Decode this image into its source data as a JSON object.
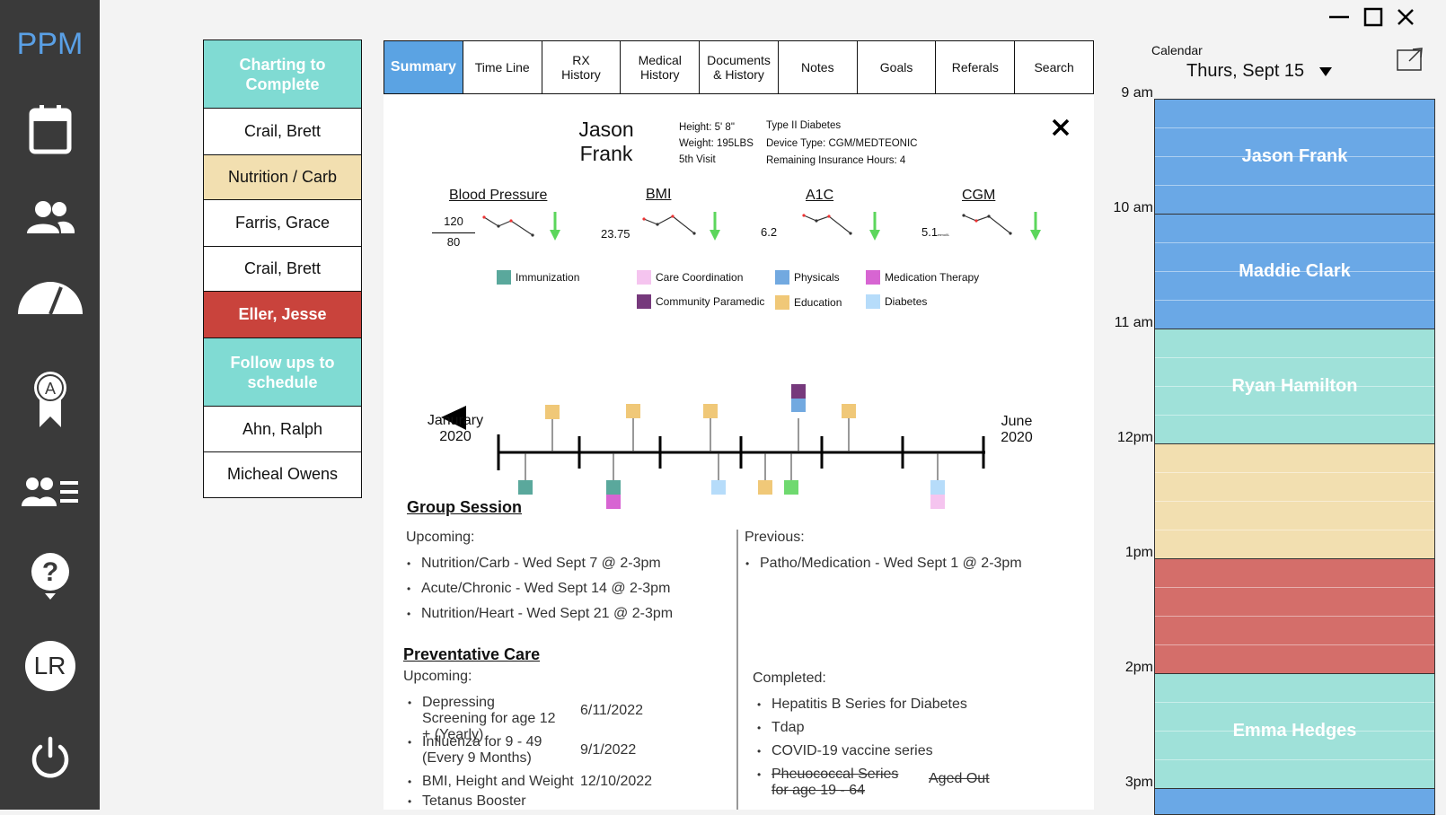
{
  "app": {
    "logo": "PPM"
  },
  "sidebar": {
    "nav": [
      {
        "icon": "calendar-icon"
      },
      {
        "icon": "patients-icon"
      },
      {
        "icon": "dashboard-gauge-icon"
      },
      {
        "icon": "award-icon",
        "letter": "A"
      },
      {
        "icon": "group-list-icon"
      },
      {
        "icon": "help-icon"
      },
      {
        "icon": "avatar",
        "initials": "LR"
      },
      {
        "icon": "power-icon"
      }
    ]
  },
  "queue": {
    "charting_header": "Charting to Complete",
    "charting": [
      "Crail, Brett",
      "Nutrition / Carb",
      "Farris, Grace",
      "Crail, Brett",
      "Eller, Jesse"
    ],
    "followups_header": "Follow ups to schedule",
    "followups": [
      "Ahn, Ralph",
      "Micheal Owens"
    ]
  },
  "tabs": [
    "Summary",
    "Time Line",
    "RX History",
    "Medical History",
    "Documents & History",
    "Notes",
    "Goals",
    "Referals",
    "Search"
  ],
  "patient": {
    "first_name": "Jason",
    "last_name": "Frank",
    "height": "Height: 5' 8\"",
    "weight": "Weight: 195LBS",
    "visit": "5th Visit",
    "diagnosis": "Type II Diabetes",
    "device": "Device Type: CGM/MEDTEONIC",
    "insurance": "Remaining Insurance Hours: 4"
  },
  "metrics": {
    "bp": {
      "title": "Blood Pressure",
      "systolic": "120",
      "diastolic": "80"
    },
    "bmi": {
      "title": "BMI",
      "value": "23.75"
    },
    "a1c": {
      "title": "A1C",
      "value": "6.2"
    },
    "cgm": {
      "title": "CGM",
      "value": "5.1",
      "unit": "mmol/L"
    }
  },
  "legend": [
    {
      "label": "Immunization",
      "color": "#5aa89c"
    },
    {
      "label": "Care Coordination",
      "color": "#f5c4ef"
    },
    {
      "label": "Physicals",
      "color": "#72a9e0"
    },
    {
      "label": "Medication Therapy",
      "color": "#d765d2"
    },
    {
      "label": "Community Paramedic",
      "color": "#76397c"
    },
    {
      "label": "Education",
      "color": "#f0c878"
    },
    {
      "label": "Diabetes",
      "color": "#b6dcfa"
    }
  ],
  "timeline": {
    "start": "Janurary 2020",
    "end": "June 2020"
  },
  "group_session": {
    "title": "Group Session",
    "upcoming_label": "Upcoming:",
    "upcoming": [
      "Nutrition/Carb - Wed Sept 7 @ 2-3pm",
      "Acute/Chronic - Wed Sept 14 @ 2-3pm",
      "Nutrition/Heart - Wed Sept 21 @ 2-3pm"
    ],
    "previous_label": "Previous:",
    "previous": [
      "Patho/Medication - Wed Sept 1 @ 2-3pm"
    ]
  },
  "preventative": {
    "title": "Preventative Care",
    "upcoming_label": "Upcoming:",
    "upcoming": [
      {
        "name": "Depressing Screening for age 12 + (Yearly)",
        "date": "6/11/2022"
      },
      {
        "name": "Influenza for 9 - 49 (Every 9 Months)",
        "date": "9/1/2022"
      },
      {
        "name": "BMI, Height and Weight",
        "date": "12/10/2022"
      },
      {
        "name": "Tetanus Booster",
        "date": ""
      }
    ],
    "completed_label": "Completed:",
    "completed": [
      "Hepatitis B Series for Diabetes",
      "Tdap",
      "COVID-19 vaccine series"
    ],
    "aged_out_item": "Pheuococcal Series for age 19 - 64",
    "aged_out_label": "Aged Out"
  },
  "calendar": {
    "label": "Calendar",
    "date": "Thurs, Sept 15",
    "hours": [
      "9 am",
      "10 am",
      "11 am",
      "12pm",
      "1pm",
      "2pm",
      "3pm"
    ],
    "appointments": [
      {
        "name": "Jason Frank",
        "color": "#6aa8e6"
      },
      {
        "name": "Maddie Clark",
        "color": "#6aa8e6"
      },
      {
        "name": "Ryan Hamilton",
        "color": "#9fe1d9"
      },
      {
        "name": "",
        "color": "#f2dfb0"
      },
      {
        "name": "",
        "color": "#d46e6a"
      },
      {
        "name": "Emma Hedges",
        "color": "#9fe1d9"
      },
      {
        "name": "",
        "color": "#6aa8e6"
      }
    ]
  }
}
